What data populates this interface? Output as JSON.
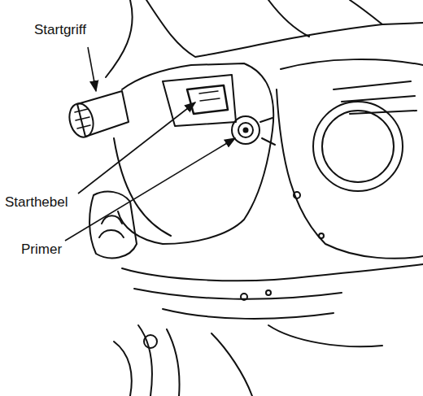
{
  "diagram": {
    "labels": [
      "Startgriff",
      "Starthebel",
      "Primer"
    ]
  }
}
